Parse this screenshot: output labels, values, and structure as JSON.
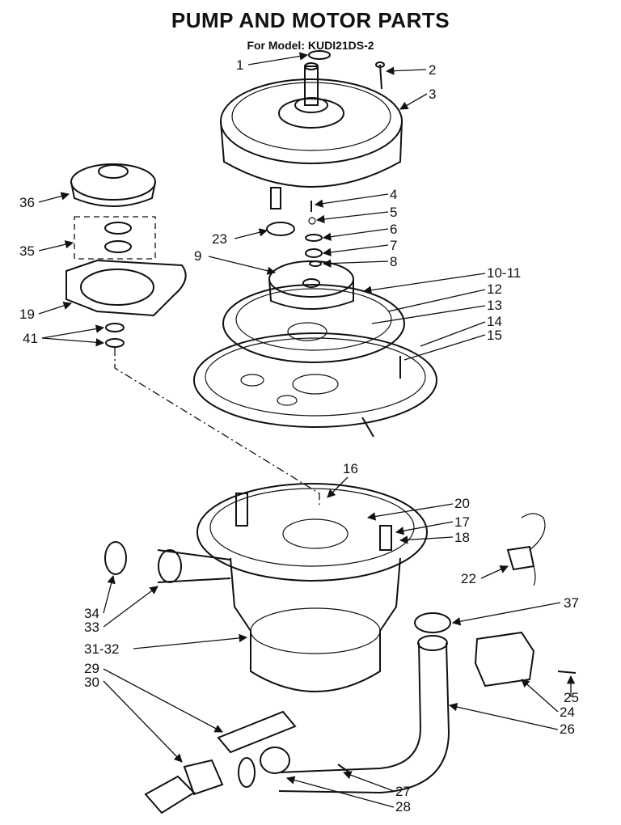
{
  "header": {
    "title": "PUMP AND MOTOR PARTS",
    "subtitle": "For Model: KUDI21DS-2"
  },
  "callouts": [
    "1",
    "2",
    "3",
    "4",
    "5",
    "6",
    "7",
    "8",
    "9",
    "10-11",
    "12",
    "13",
    "14",
    "15",
    "16",
    "17",
    "18",
    "19",
    "20",
    "22",
    "23",
    "24",
    "25",
    "26",
    "27",
    "28",
    "29",
    "30",
    "31-32",
    "33",
    "34",
    "35",
    "36",
    "37",
    "41"
  ]
}
